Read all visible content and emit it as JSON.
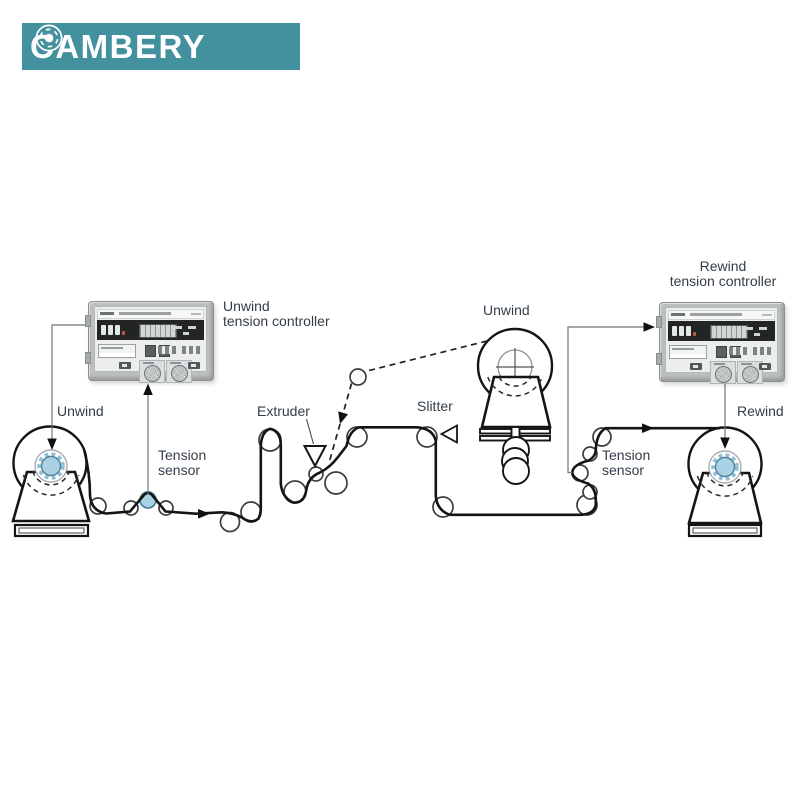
{
  "brand": {
    "name": "CAMBERY"
  },
  "colors": {
    "banner_teal": "#43909e",
    "highlight_blue": "#a9d2e4",
    "line_black": "#141414",
    "label_text": "#333e49"
  },
  "icons": {
    "brand_logo": "aperture-gear-icon",
    "roll_hub": "gear-hub-icon",
    "extruder_die": "inverted-triangle-die",
    "slitter_knife": "left-triangle-knife"
  },
  "labels": {
    "unwind_controller": {
      "line1": "Unwind",
      "line2": "tension controller"
    },
    "rewind_controller": {
      "line1": "Rewind",
      "line2": "tension controller"
    },
    "unwind_left": "Unwind",
    "unwind_mid": "Unwind",
    "rewind": "Rewind",
    "tension_sensor_left": {
      "line1": "Tension",
      "line2": "sensor"
    },
    "tension_sensor_right": {
      "line1": "Tension",
      "line2": "sensor"
    },
    "extruder": "Extruder",
    "slitter": "Slitter"
  }
}
